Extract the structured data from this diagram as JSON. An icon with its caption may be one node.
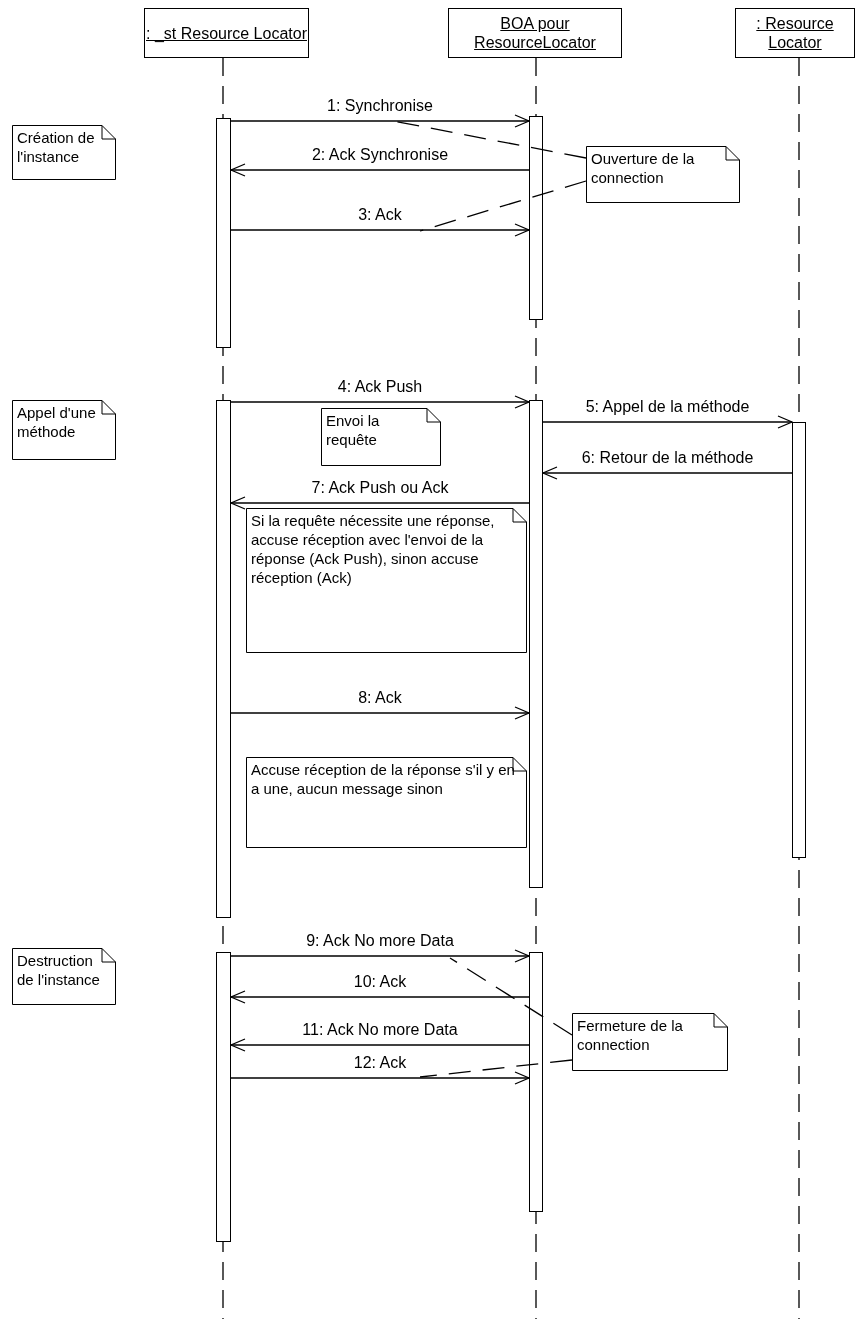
{
  "diagram": {
    "nodes": [
      {
        "text": [
          ": _st Resource Locator"
        ]
      },
      {
        "text": [
          "BOA pour ResourceLocator"
        ]
      },
      {
        "text": [
          ": Resource Locator"
        ]
      },
      {
        "text": [],
        "shape": "bar"
      },
      {
        "text": [],
        "shape": "bar"
      },
      {
        "text": [],
        "shape": "bar"
      },
      {
        "text": [],
        "shape": "bar"
      },
      {
        "text": [],
        "shape": "bar"
      },
      {
        "text": [],
        "shape": "bar"
      },
      {
        "text": [],
        "shape": "bar"
      },
      {
        "text": [
          "Création de l'instance"
        ]
      },
      {
        "text": [
          "Ouverture de la connection"
        ]
      },
      {
        "text": [
          "Appel d'une méthode"
        ]
      },
      {
        "text": [
          "Envoi la requête"
        ]
      },
      {
        "text": [
          "Si la requête nécessite une réponse, accuse réception avec l'envoi de la réponse (Ack Push), sinon accuse réception (Ack)"
        ]
      },
      {
        "text": [
          "Accuse réception de la réponse s'il y en a une, aucun message sinon"
        ]
      },
      {
        "text": [
          "Destruction de l'instance"
        ]
      },
      {
        "text": [
          "Fermeture de la connection"
        ]
      }
    ],
    "edges": [
      {
        "from": 3,
        "to": 4,
        "arrow": "to",
        "label": "1: Synchronise"
      },
      {
        "from": 4,
        "to": 3,
        "arrow": "to",
        "label": "2: Ack Synchronise"
      },
      {
        "from": 3,
        "to": 4,
        "arrow": "to",
        "label": "3: Ack"
      },
      {
        "from": 5,
        "to": 6,
        "arrow": "to",
        "label": "4: Ack Push"
      },
      {
        "from": 6,
        "to": 7,
        "arrow": "to",
        "label": "5: Appel de la méthode"
      },
      {
        "from": 7,
        "to": 6,
        "arrow": "to",
        "label": "6: Retour de la méthode"
      },
      {
        "from": 6,
        "to": 5,
        "arrow": "to",
        "label": "7: Ack Push ou Ack"
      },
      {
        "from": 5,
        "to": 6,
        "arrow": "to",
        "label": "8: Ack"
      },
      {
        "from": 8,
        "to": 9,
        "arrow": "to",
        "label": "9: Ack No more Data"
      },
      {
        "from": 9,
        "to": 8,
        "arrow": "to",
        "label": "10: Ack"
      },
      {
        "from": 9,
        "to": 8,
        "arrow": "to",
        "label": "11: Ack No more Data"
      },
      {
        "from": 8,
        "to": 9,
        "arrow": "to",
        "label": "12: Ack"
      },
      {
        "from": 11,
        "to": null,
        "arrow": "none",
        "style": "dashed"
      },
      {
        "from": 11,
        "to": null,
        "arrow": "none",
        "style": "dashed"
      },
      {
        "from": 17,
        "to": null,
        "arrow": "none",
        "style": "dashed"
      },
      {
        "from": 17,
        "to": null,
        "arrow": "none",
        "style": "dashed"
      }
    ]
  }
}
